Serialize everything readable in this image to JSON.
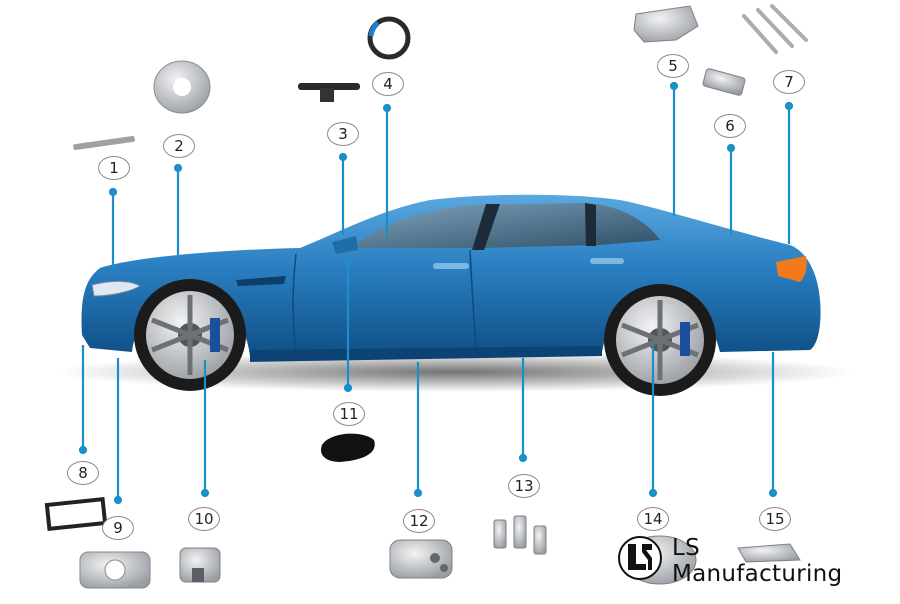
{
  "callouts": [
    "1",
    "2",
    "3",
    "4",
    "5",
    "6",
    "7",
    "8",
    "9",
    "10",
    "11",
    "12",
    "13",
    "14",
    "15"
  ],
  "brand": {
    "name": "LS Manufacturing"
  },
  "colors": {
    "car_body": "#2a7fc1",
    "leader_line": "#1a8fc8",
    "parts_metal": "#b9bcc0"
  }
}
